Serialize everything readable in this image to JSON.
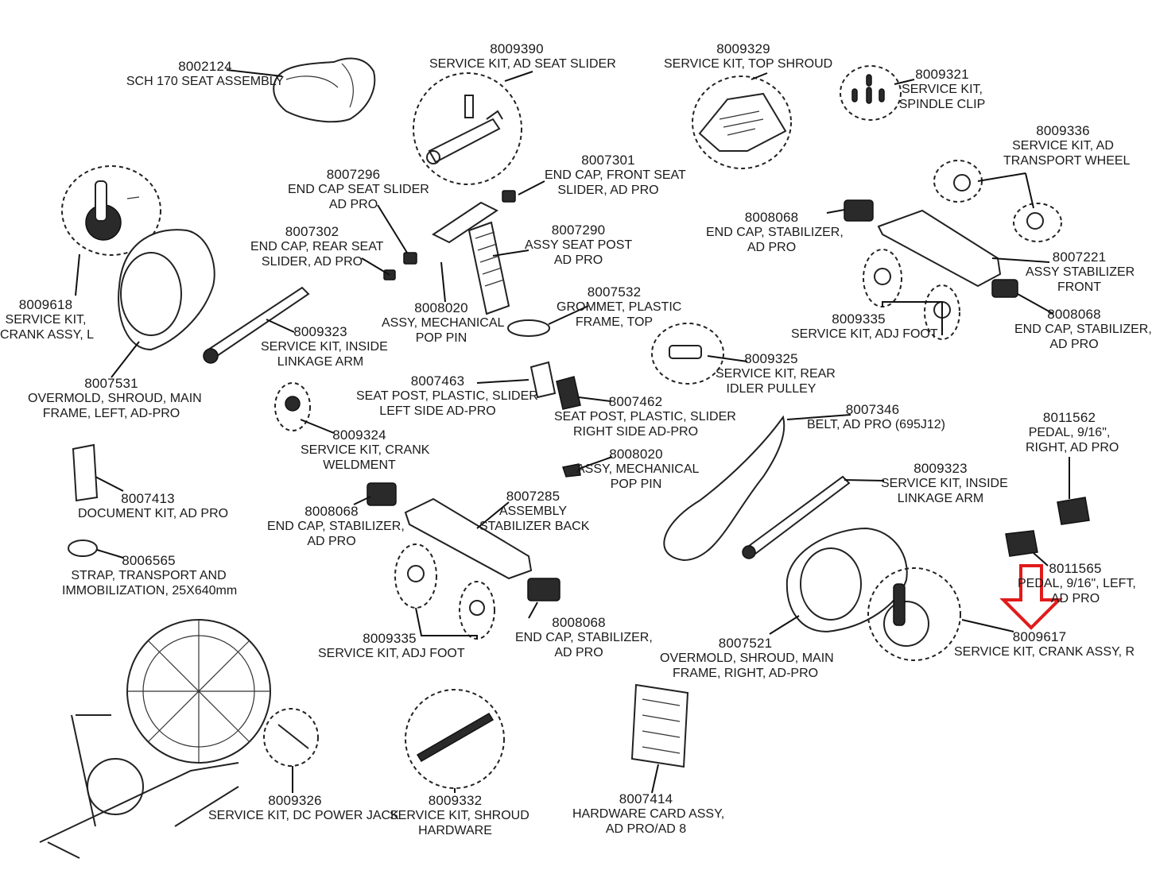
{
  "accent_color": "#e11b1b",
  "highlighted_part": "8009617",
  "callouts": [
    {
      "id": "8002124",
      "lines": [
        "SCH 170 SEAT ASSEMBLY"
      ]
    },
    {
      "id": "8009390",
      "lines": [
        "SERVICE KIT, AD SEAT SLIDER"
      ]
    },
    {
      "id": "8009329",
      "lines": [
        "SERVICE KIT, TOP SHROUD"
      ]
    },
    {
      "id": "8009321",
      "lines": [
        "SERVICE KIT,",
        "SPINDLE CLIP"
      ]
    },
    {
      "id": "8009336",
      "lines": [
        "SERVICE KIT, AD",
        "TRANSPORT WHEEL"
      ]
    },
    {
      "id": "8007296",
      "lines": [
        "END CAP SEAT SLIDER",
        "AD PRO"
      ]
    },
    {
      "id": "8007301",
      "lines": [
        "END CAP, FRONT SEAT",
        "SLIDER, AD PRO"
      ]
    },
    {
      "id": "8007302",
      "lines": [
        "END CAP, REAR SEAT",
        "SLIDER, AD PRO"
      ]
    },
    {
      "id": "8007290",
      "lines": [
        "ASSY SEAT POST",
        "AD PRO"
      ]
    },
    {
      "id": "8008068",
      "lines": [
        "END CAP, STABILIZER,",
        "AD PRO"
      ]
    },
    {
      "id": "8007221",
      "lines": [
        "ASSY STABILIZER",
        "FRONT"
      ]
    },
    {
      "id": "8009618",
      "lines": [
        "SERVICE KIT,",
        "CRANK ASSY, L"
      ]
    },
    {
      "id": "8008020",
      "lines": [
        "ASSY, MECHANICAL",
        "POP PIN"
      ]
    },
    {
      "id": "8007532",
      "lines": [
        "GROMMET, PLASTIC",
        "FRAME, TOP"
      ]
    },
    {
      "id": "8009323",
      "lines": [
        "SERVICE KIT, INSIDE",
        "LINKAGE ARM"
      ]
    },
    {
      "id": "8009335",
      "lines": [
        "SERVICE KIT, ADJ FOOT"
      ]
    },
    {
      "id": "8008068",
      "lines": [
        "END CAP, STABILIZER,",
        "AD PRO"
      ]
    },
    {
      "id": "8009325",
      "lines": [
        "SERVICE KIT, REAR",
        "IDLER PULLEY"
      ]
    },
    {
      "id": "8007531",
      "lines": [
        "OVERMOLD, SHROUD, MAIN",
        "FRAME, LEFT, AD-PRO"
      ]
    },
    {
      "id": "8007463",
      "lines": [
        "SEAT POST, PLASTIC, SLIDER",
        "LEFT SIDE AD-PRO"
      ]
    },
    {
      "id": "8007462",
      "lines": [
        "SEAT POST, PLASTIC, SLIDER",
        "RIGHT SIDE AD-PRO"
      ]
    },
    {
      "id": "8007346",
      "lines": [
        "BELT, AD PRO (695J12)"
      ]
    },
    {
      "id": "8009324",
      "lines": [
        "SERVICE KIT, CRANK",
        "WELDMENT"
      ]
    },
    {
      "id": "8011562",
      "lines": [
        "PEDAL, 9/16\",",
        "RIGHT, AD PRO"
      ]
    },
    {
      "id": "8008020",
      "lines": [
        "ASSY, MECHANICAL",
        "POP PIN"
      ]
    },
    {
      "id": "8009323",
      "lines": [
        "SERVICE KIT, INSIDE",
        "LINKAGE ARM"
      ]
    },
    {
      "id": "8007413",
      "lines": [
        "DOCUMENT KIT, AD PRO"
      ]
    },
    {
      "id": "8007285",
      "lines": [
        "ASSEMBLY",
        "STABILIZER BACK"
      ]
    },
    {
      "id": "8008068",
      "lines": [
        "END CAP, STABILIZER,",
        "AD PRO"
      ]
    },
    {
      "id": "8006565",
      "lines": [
        "STRAP, TRANSPORT AND",
        "IMMOBILIZATION, 25X640mm"
      ]
    },
    {
      "id": "8011565",
      "lines": [
        "PEDAL, 9/16\", LEFT,",
        "AD PRO"
      ]
    },
    {
      "id": "8008068",
      "lines": [
        "END CAP, STABILIZER,",
        "AD PRO"
      ]
    },
    {
      "id": "8009335",
      "lines": [
        "SERVICE KIT, ADJ FOOT"
      ]
    },
    {
      "id": "8007521",
      "lines": [
        "OVERMOLD, SHROUD, MAIN",
        "FRAME, RIGHT, AD-PRO"
      ]
    },
    {
      "id": "8009617",
      "lines": [
        "SERVICE KIT, CRANK ASSY, R"
      ]
    },
    {
      "id": "8009326",
      "lines": [
        "SERVICE KIT, DC POWER JACK"
      ]
    },
    {
      "id": "8009332",
      "lines": [
        "SERVICE KIT, SHROUD",
        "HARDWARE"
      ]
    },
    {
      "id": "8007414",
      "lines": [
        "HARDWARE CARD ASSY,",
        "AD PRO/AD 8"
      ]
    }
  ]
}
